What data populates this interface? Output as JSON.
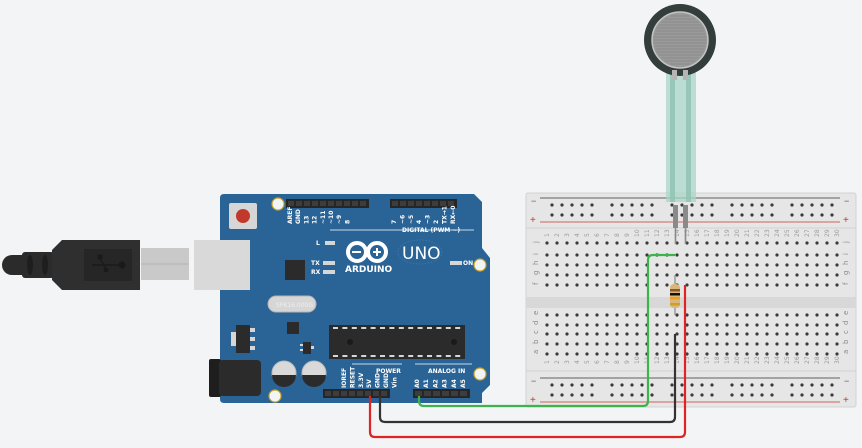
{
  "canvas": {
    "background": "#f3f4f6"
  },
  "arduino": {
    "board_name": "UNO",
    "brand": "ARDUINO",
    "board_color": "#2a6496",
    "digital_header_label": "DIGITAL (PWM ~)",
    "digital_pins": [
      "AREF",
      "GND",
      "13",
      "12",
      "~11",
      "~10",
      "~9",
      "8",
      "7",
      "~6",
      "~5",
      "4",
      "~3",
      "2",
      "TX→1",
      "RX←0"
    ],
    "power_header_label": "POWER",
    "power_pins": [
      "IOREF",
      "RESET",
      "3.3V",
      "5V",
      "GND",
      "GND",
      "Vin"
    ],
    "analog_header_label": "ANALOG IN",
    "analog_pins": [
      "A0",
      "A1",
      "A2",
      "A3",
      "A4",
      "A5"
    ],
    "led_labels": {
      "l": "L",
      "tx": "TX",
      "rx": "RX",
      "on": "ON"
    },
    "crystal_label": "SPK16.000G",
    "reset_button_color": "#c0392b"
  },
  "usb_cable": {
    "type": "USB-B",
    "icon": "usb-icon"
  },
  "breadboard": {
    "columns": 30,
    "rows_top": [
      "j",
      "i",
      "h",
      "g",
      "f"
    ],
    "rows_bottom": [
      "e",
      "d",
      "c",
      "b",
      "a"
    ],
    "rail_labels": {
      "minus": "−",
      "plus": "+"
    },
    "rail_colors": {
      "minus": "#333333",
      "plus": "#c0392b"
    }
  },
  "components": {
    "force_sensor": {
      "name": "Force Sensitive Resistor",
      "columns": [
        14,
        15
      ],
      "row": "j"
    },
    "resistor": {
      "column": 14,
      "from_row": "g",
      "to_row": "e",
      "bands": [
        "#8b5a2b",
        "#111111",
        "#f39c12",
        "#c9a227"
      ]
    }
  },
  "wires": [
    {
      "name": "signal-wire",
      "color": "#3cb44b",
      "from": "A0",
      "to": "i14"
    },
    {
      "name": "ground-wire",
      "color": "#333333",
      "from": "GND",
      "to": "b14"
    },
    {
      "name": "power-wire",
      "color": "#e02424",
      "from": "5V",
      "to": "f15"
    }
  ]
}
